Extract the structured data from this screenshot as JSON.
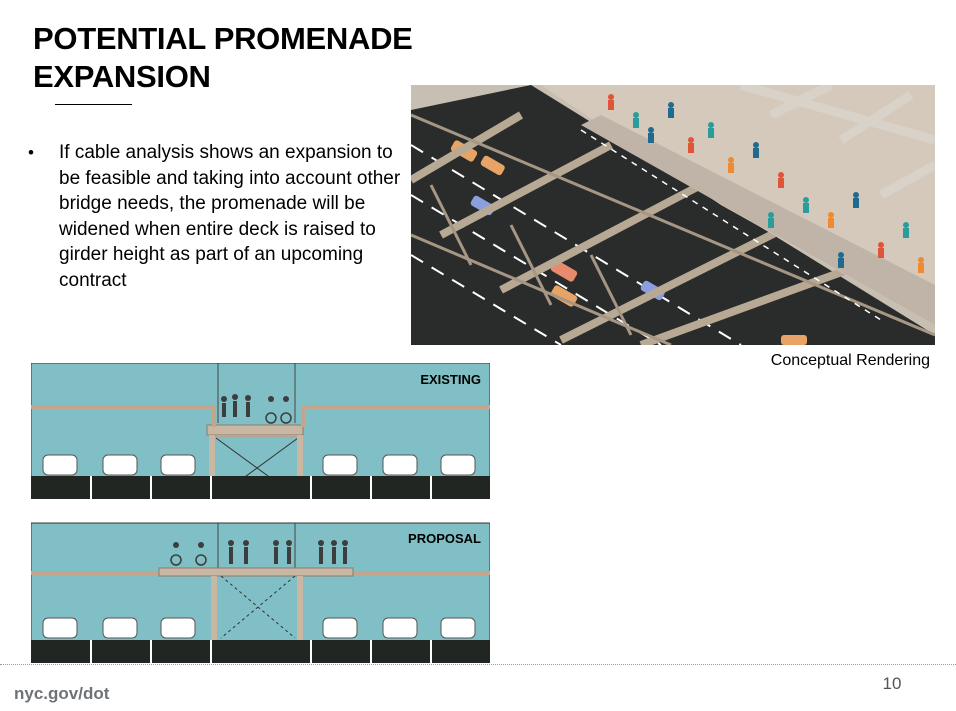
{
  "slide": {
    "title_lines": [
      "POTENTIAL PROMENADE",
      "EXPANSION"
    ],
    "bullets": [
      "If cable analysis shows an expansion to be feasible and taking into account other bridge needs, the promenade will be widened when entire deck is raised to girder height as part of an upcoming contract"
    ],
    "bullet_symbol": "•",
    "rendering_caption": "Conceptual Rendering",
    "diagram": {
      "existing_label": "EXISTING",
      "proposal_label": "PROPOSAL"
    },
    "footer": {
      "url": "nyc.gov/dot",
      "page_number": "10"
    }
  },
  "colors": {
    "sky": "#7fbfc5",
    "road": "#222622",
    "deck": "#c9b6a3",
    "rail": "#a99d92",
    "lane_marking": "#ffffff",
    "bike_lane": "#3c3f3c",
    "footer_text": "#6f7378"
  }
}
